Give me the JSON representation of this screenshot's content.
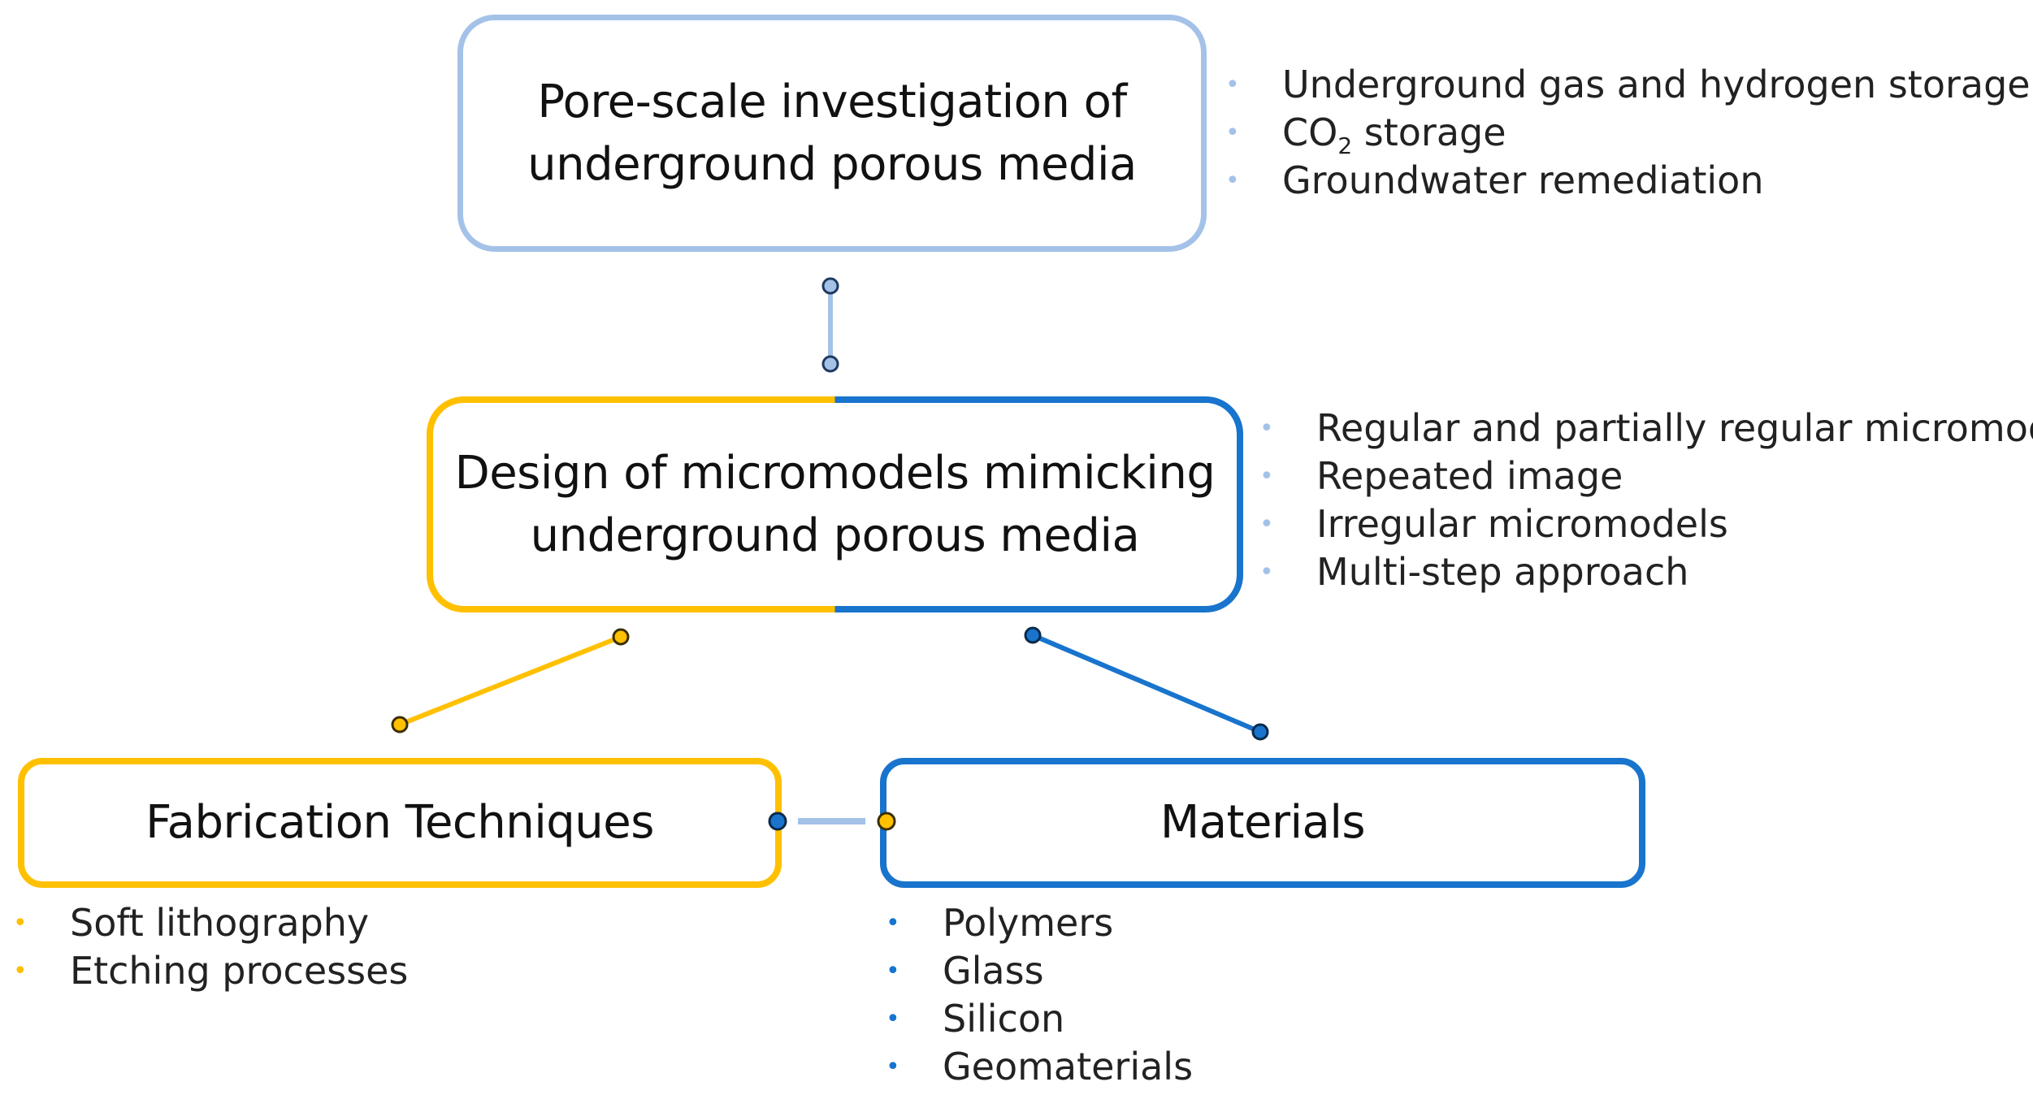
{
  "colors": {
    "light_blue": "#A4C2E8",
    "yellow": "#FFC000",
    "blue": "#1874CD"
  },
  "nodes": {
    "top": {
      "line1": "Pore-scale investigation of",
      "line2": "underground porous media",
      "bullets": [
        "Underground gas and hydrogen storage",
        "CO",
        "Groundwater remediation"
      ],
      "co2_subscript": "2",
      "co2_suffix": " storage"
    },
    "mid": {
      "line1": "Design of micromodels mimicking",
      "line2": "underground porous media",
      "bullets": [
        "Regular and partially regular micromodels",
        "Repeated image",
        "Irregular micromodels",
        "Multi-step approach"
      ]
    },
    "fabrication": {
      "title": "Fabrication Techniques",
      "bullets": [
        "Soft lithography",
        "Etching processes"
      ]
    },
    "materials": {
      "title": "Materials",
      "bullets": [
        "Polymers",
        "Glass",
        "Silicon",
        "Geomaterials"
      ]
    }
  },
  "edges": [
    {
      "from": "top",
      "to": "mid",
      "color": "light_blue"
    },
    {
      "from": "mid",
      "to": "fabrication",
      "color": "yellow"
    },
    {
      "from": "mid",
      "to": "materials",
      "color": "blue"
    },
    {
      "from": "fabrication",
      "to": "materials",
      "color": "light_blue"
    }
  ]
}
